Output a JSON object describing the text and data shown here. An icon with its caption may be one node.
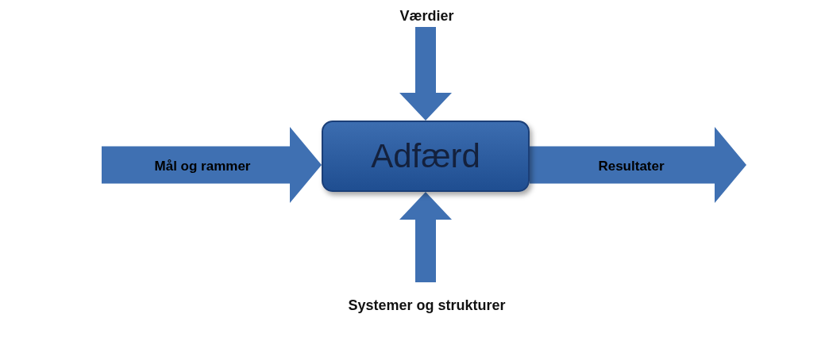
{
  "diagram": {
    "nodes": [
      {
        "text": [
          "Adfærd"
        ]
      },
      {
        "text": [
          "Værdier"
        ]
      },
      {
        "text": [
          "Systemer og strukturer"
        ]
      }
    ],
    "edges": [
      {
        "from": 1,
        "to": 0,
        "arrow": "to"
      },
      {
        "from": null,
        "to": 0,
        "arrow": "to",
        "label": "Mål og rammer",
        "style": "thick"
      },
      {
        "from": 0,
        "to": null,
        "arrow": "to",
        "label": "Resultater",
        "style": "thick"
      },
      {
        "from": 2,
        "to": 0,
        "arrow": "to"
      }
    ]
  }
}
